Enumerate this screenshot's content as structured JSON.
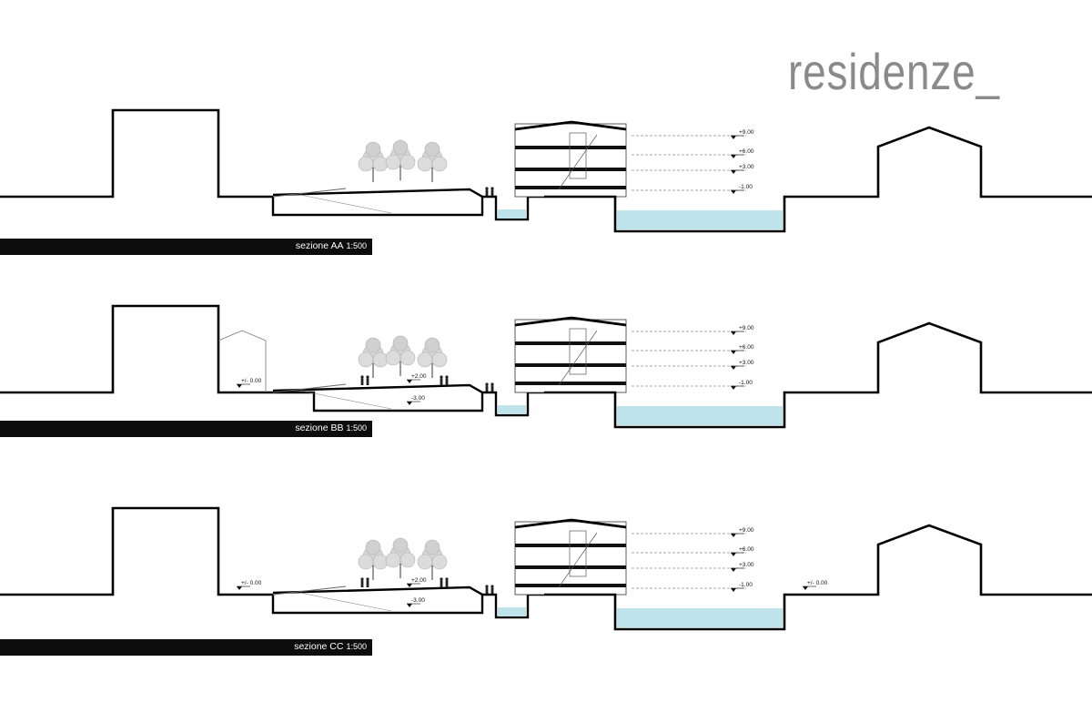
{
  "title": "residenze_",
  "sections": [
    {
      "name": "sezione AA",
      "scale": "1:500",
      "levels": [
        "+9.00",
        "+6.00",
        "+3.00",
        "-1.00"
      ],
      "extra_levels": []
    },
    {
      "name": "sezione BB",
      "scale": "1:500",
      "levels": [
        "+9.00",
        "+6.00",
        "+3.00",
        "-1.00"
      ],
      "extra_levels": [
        "+/- 0.00",
        "+2.00",
        "-3.00"
      ]
    },
    {
      "name": "sezione CC",
      "scale": "1:500",
      "levels": [
        "+9.00",
        "+6.00",
        "+3.00",
        "-1.00"
      ],
      "extra_levels": [
        "+/- 0.00",
        "+2.00",
        "-3.00",
        "+/- 0.00"
      ]
    }
  ],
  "colors": {
    "water": "#bfe3ea",
    "line": "#000000",
    "tree": "#c8c8c8",
    "label_bar": "#0d0d0d"
  }
}
